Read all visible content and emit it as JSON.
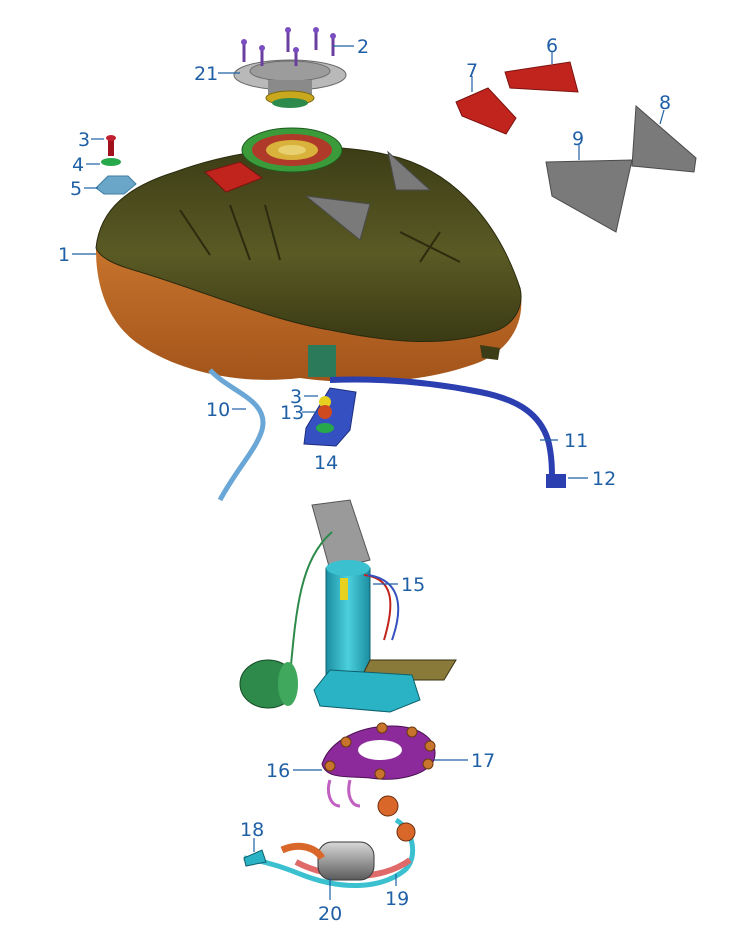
{
  "callouts": [
    {
      "id": "c1",
      "text": "1"
    },
    {
      "id": "c2",
      "text": "2"
    },
    {
      "id": "c3a",
      "text": "3"
    },
    {
      "id": "c3b",
      "text": "3"
    },
    {
      "id": "c4",
      "text": "4"
    },
    {
      "id": "c5",
      "text": "5"
    },
    {
      "id": "c6",
      "text": "6"
    },
    {
      "id": "c7",
      "text": "7"
    },
    {
      "id": "c8",
      "text": "8"
    },
    {
      "id": "c9",
      "text": "9"
    },
    {
      "id": "c10",
      "text": "10"
    },
    {
      "id": "c11",
      "text": "11"
    },
    {
      "id": "c12",
      "text": "12"
    },
    {
      "id": "c13",
      "text": "13"
    },
    {
      "id": "c14",
      "text": "14"
    },
    {
      "id": "c15",
      "text": "15"
    },
    {
      "id": "c16",
      "text": "16"
    },
    {
      "id": "c17",
      "text": "17"
    },
    {
      "id": "c18",
      "text": "18"
    },
    {
      "id": "c19",
      "text": "19"
    },
    {
      "id": "c20",
      "text": "20"
    },
    {
      "id": "c21",
      "text": "21"
    }
  ],
  "colors": {
    "callout": "#1f5fa5",
    "tank_top": "#4a4a1e",
    "tank_bottom": "#c2691f",
    "pad_red": "#c0241c",
    "pad_gray": "#7a7a7a",
    "hose_blue": "#2b3fb0",
    "hose_lightblue": "#6aa7d6",
    "pump_cyan": "#2ab3c4",
    "float_green": "#2e8a4a",
    "gasket_purple": "#8c2a9c",
    "filter_orange": "#d9672a"
  }
}
